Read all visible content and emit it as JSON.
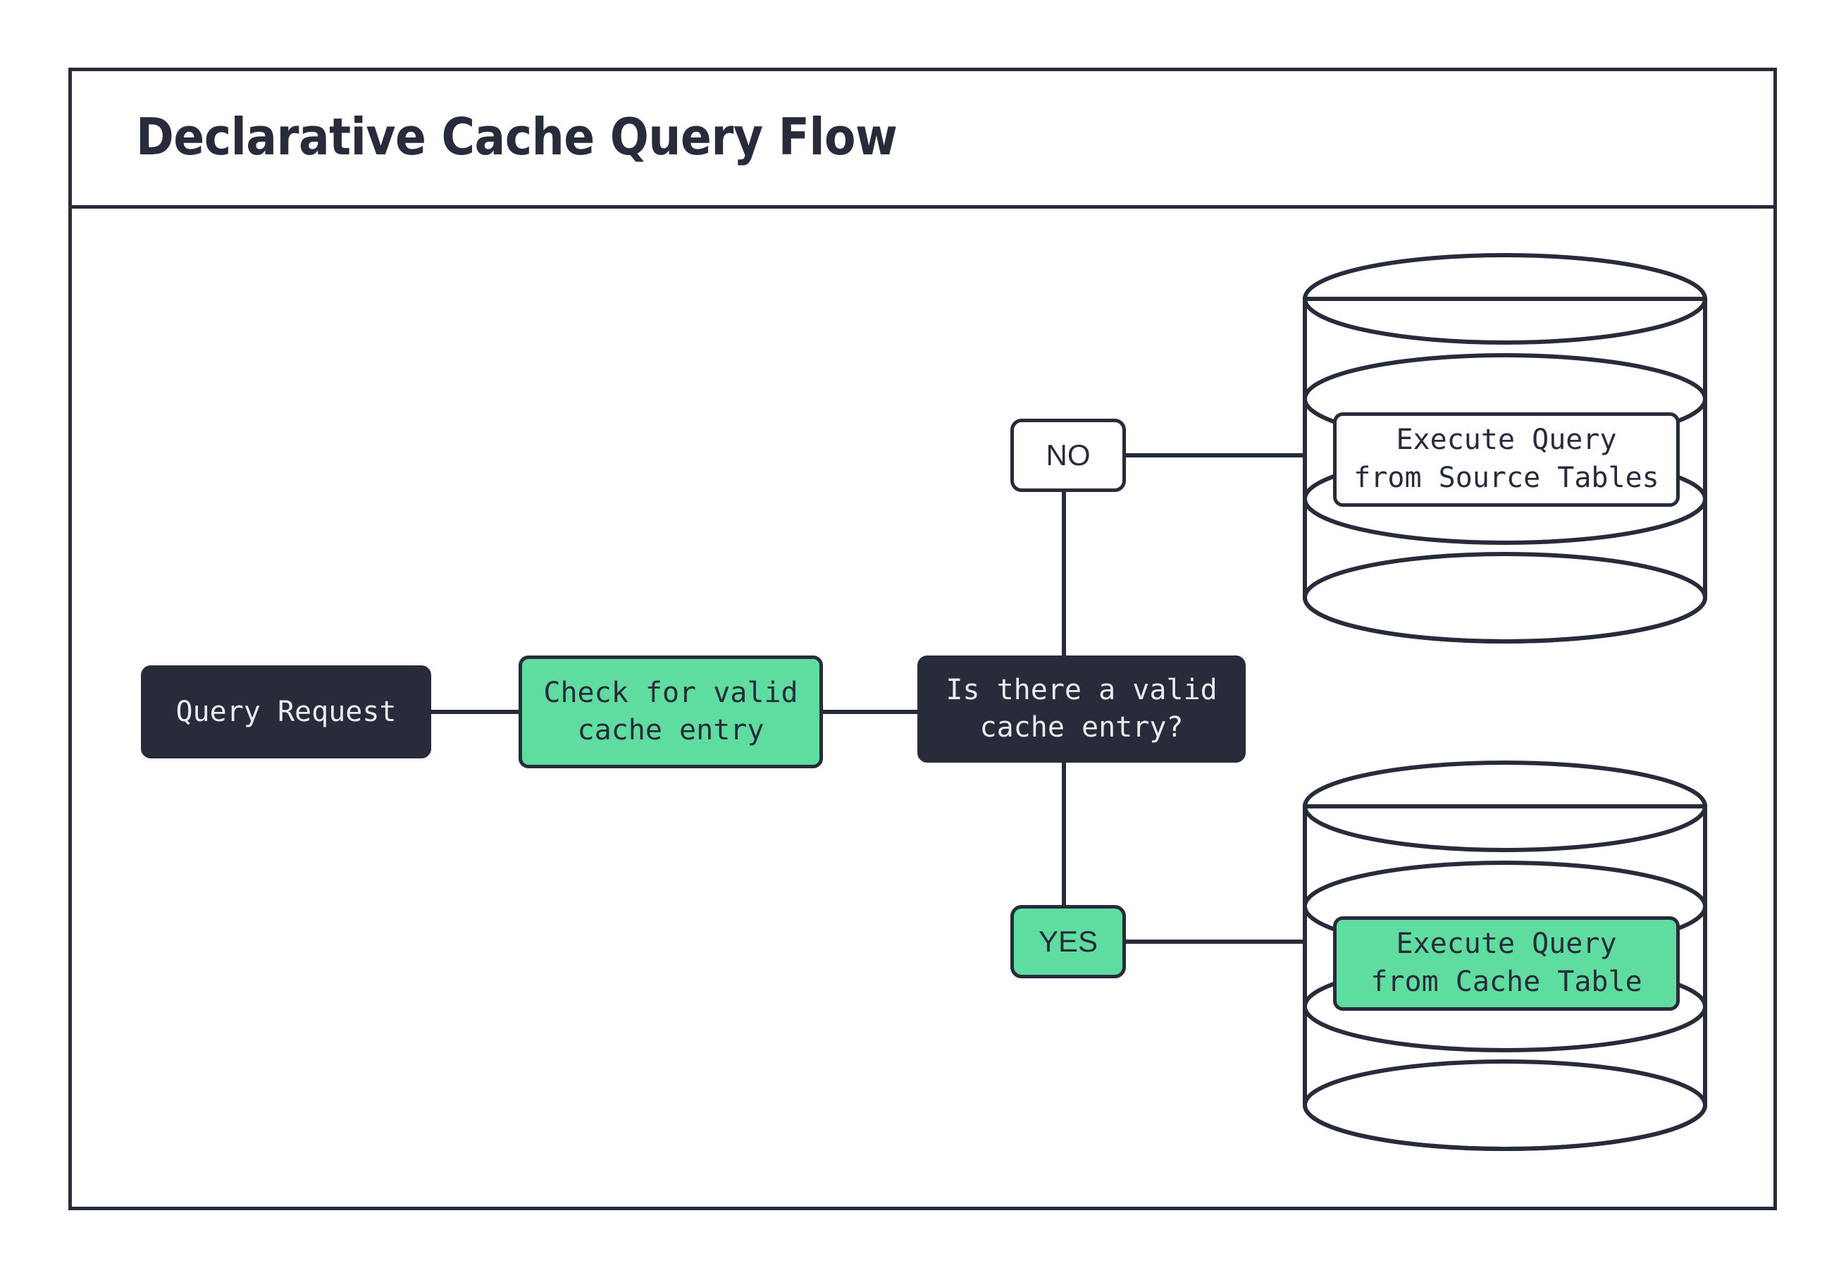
{
  "page": {
    "title": "Declarative Cache Query Flow"
  },
  "colors": {
    "ink": "#272B3A",
    "accent_green": "#5FDCA0",
    "surface": "#FFFFFF",
    "dark_fill": "#272B3A",
    "dark_text": "#EAEBEE"
  },
  "diagram": {
    "type": "flowchart",
    "nodes": [
      {
        "id": "query-request",
        "label": "Query Request",
        "shape": "rounded-rect",
        "style": "dark"
      },
      {
        "id": "check-cache",
        "label": "Check for valid\ncache entry",
        "shape": "rounded-rect",
        "style": "green"
      },
      {
        "id": "decision",
        "label": "Is there a valid\ncache entry?",
        "shape": "rounded-rect",
        "style": "dark"
      },
      {
        "id": "execute-source",
        "label": "Execute Query\nfrom Source Tables",
        "shape": "database-cylinder",
        "style": "white"
      },
      {
        "id": "execute-cache",
        "label": "Execute Query\nfrom Cache Table",
        "shape": "database-cylinder",
        "style": "green"
      }
    ],
    "branches": [
      {
        "id": "branch-no",
        "label": "NO",
        "style": "white",
        "from": "decision",
        "to": "execute-source"
      },
      {
        "id": "branch-yes",
        "label": "YES",
        "style": "green",
        "from": "decision",
        "to": "execute-cache"
      }
    ],
    "edges": [
      {
        "from": "query-request",
        "to": "check-cache"
      },
      {
        "from": "check-cache",
        "to": "decision"
      },
      {
        "from": "decision",
        "to": "branch-no"
      },
      {
        "from": "branch-no",
        "to": "execute-source"
      },
      {
        "from": "decision",
        "to": "branch-yes"
      },
      {
        "from": "branch-yes",
        "to": "execute-cache"
      }
    ]
  }
}
